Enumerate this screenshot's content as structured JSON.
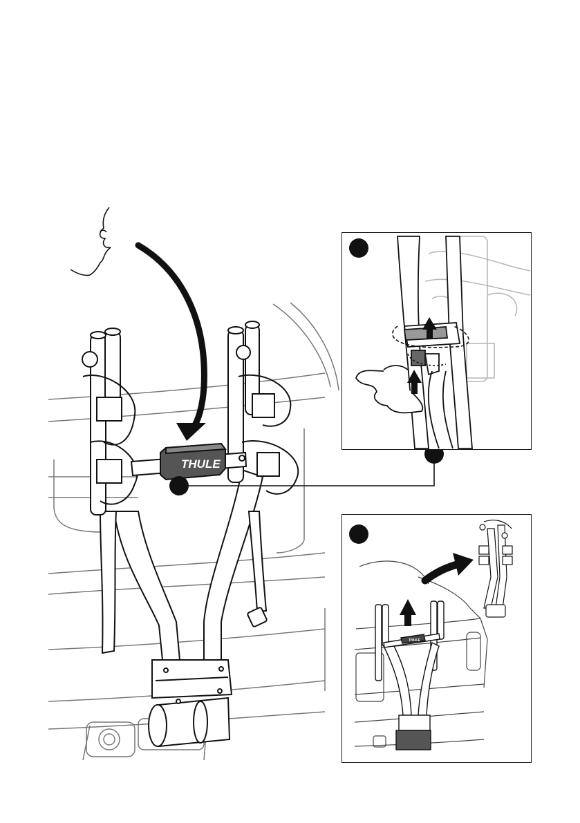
{
  "figure": {
    "brand_label": "THULE",
    "detail_a": {
      "marker": "",
      "brand_label": ""
    },
    "detail_b": {
      "marker": "",
      "brand_label": "THULE"
    }
  },
  "colors": {
    "ink": "#111111",
    "line": "#1a1a1a",
    "ghost": "#b8b8b8",
    "handle": "#555555"
  },
  "icons": [
    "callout-dot",
    "curved-arrow",
    "up-arrow"
  ]
}
